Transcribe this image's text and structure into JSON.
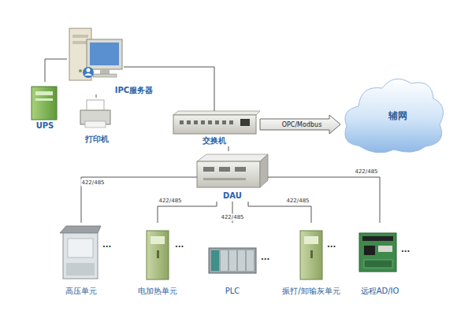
{
  "diagram": {
    "nodes": [
      {
        "text": [
          "IPC服务器"
        ]
      },
      {
        "text": [
          "UPS"
        ]
      },
      {
        "text": [
          "打印机"
        ]
      },
      {
        "text": [
          "交换机"
        ]
      },
      {
        "text": [
          "辅网"
        ]
      },
      {
        "text": [
          "DAU"
        ]
      },
      {
        "text": [
          "高压单元"
        ]
      },
      {
        "text": [
          "电加热单元"
        ]
      },
      {
        "text": [
          "PLC"
        ]
      },
      {
        "text": [
          "振打/卸输灰单元"
        ]
      },
      {
        "text": [
          "远程AD/IO"
        ]
      }
    ],
    "edges": [
      {
        "from": 0,
        "to": 1,
        "arrow": "none"
      },
      {
        "from": 0,
        "to": 2,
        "arrow": "none"
      },
      {
        "from": 0,
        "to": 3,
        "arrow": "none"
      },
      {
        "from": 3,
        "to": 4,
        "arrow": "to",
        "label": "OPC/Modbus"
      },
      {
        "from": 3,
        "to": 5,
        "arrow": "none"
      },
      {
        "from": 5,
        "to": 6,
        "arrow": "none",
        "label": "422/485"
      },
      {
        "from": 5,
        "to": 7,
        "arrow": "none",
        "label": "422/485"
      },
      {
        "from": 5,
        "to": 8,
        "arrow": "none",
        "label": "422/485"
      },
      {
        "from": 5,
        "to": 9,
        "arrow": "none",
        "label": "422/485"
      },
      {
        "from": 5,
        "to": 10,
        "arrow": "none",
        "label": "422/485"
      }
    ],
    "labels": [
      "...",
      "...",
      "...",
      "...",
      "..."
    ]
  }
}
